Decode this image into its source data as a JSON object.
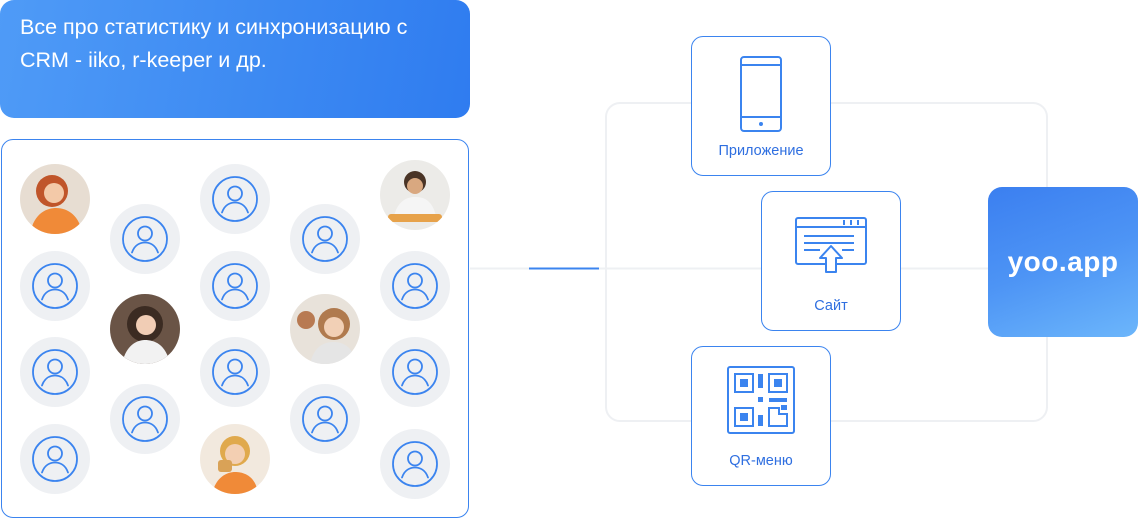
{
  "header": {
    "text": "Все про статистику и синхронизацию с CRM - iiko, r-keeper и др."
  },
  "channels": {
    "app_label": "Приложение",
    "site_label": "Сайт",
    "qr_label": "QR-меню"
  },
  "brand": {
    "name": "yoo.app"
  },
  "colors": {
    "accent": "#3b84ef",
    "label": "#2f6fe0",
    "avatar_bg": "#eef0f3"
  },
  "icons": [
    "user-icon",
    "phone-icon",
    "browser-icon",
    "qr-code-icon"
  ]
}
